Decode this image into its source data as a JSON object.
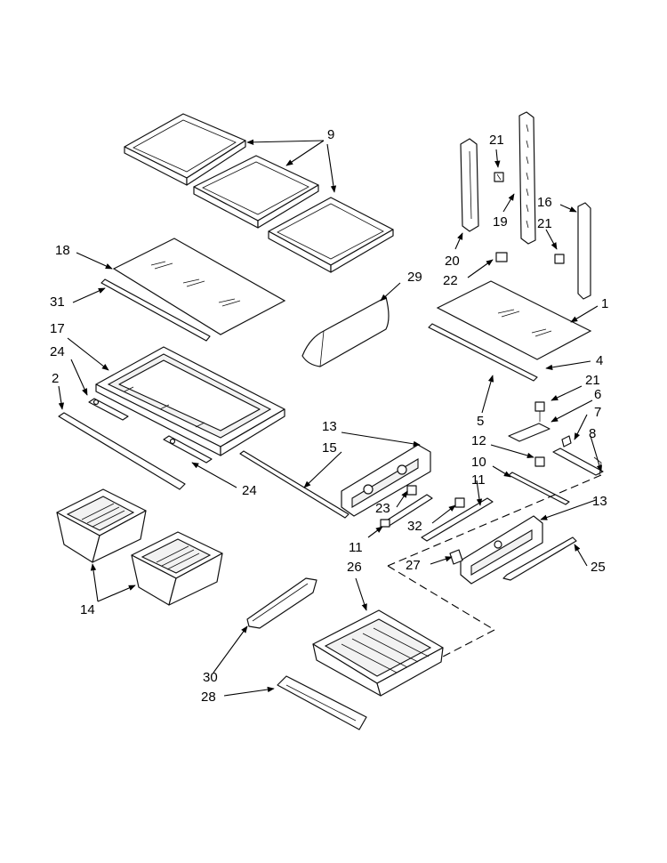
{
  "diagram": {
    "callouts": [
      {
        "id": "c9",
        "label": "9"
      },
      {
        "id": "c21a",
        "label": "21"
      },
      {
        "id": "c19",
        "label": "19"
      },
      {
        "id": "c16",
        "label": "16"
      },
      {
        "id": "c21b",
        "label": "21"
      },
      {
        "id": "c20",
        "label": "20"
      },
      {
        "id": "c22",
        "label": "22"
      },
      {
        "id": "c18",
        "label": "18"
      },
      {
        "id": "c29",
        "label": "29"
      },
      {
        "id": "c1",
        "label": "1"
      },
      {
        "id": "c31",
        "label": "31"
      },
      {
        "id": "c17",
        "label": "17"
      },
      {
        "id": "c24a",
        "label": "24"
      },
      {
        "id": "c4",
        "label": "4"
      },
      {
        "id": "c2",
        "label": "2"
      },
      {
        "id": "c21c",
        "label": "21"
      },
      {
        "id": "c6",
        "label": "6"
      },
      {
        "id": "c7",
        "label": "7"
      },
      {
        "id": "c5",
        "label": "5"
      },
      {
        "id": "c13a",
        "label": "13"
      },
      {
        "id": "c15",
        "label": "15"
      },
      {
        "id": "c12",
        "label": "12"
      },
      {
        "id": "c8",
        "label": "8"
      },
      {
        "id": "c10",
        "label": "10"
      },
      {
        "id": "c24b",
        "label": "24"
      },
      {
        "id": "c11a",
        "label": "11"
      },
      {
        "id": "c13b",
        "label": "13"
      },
      {
        "id": "c23",
        "label": "23"
      },
      {
        "id": "c32",
        "label": "32"
      },
      {
        "id": "c11b",
        "label": "11"
      },
      {
        "id": "c26",
        "label": "26"
      },
      {
        "id": "c27",
        "label": "27"
      },
      {
        "id": "c25",
        "label": "25"
      },
      {
        "id": "c14",
        "label": "14"
      },
      {
        "id": "c30",
        "label": "30"
      },
      {
        "id": "c28",
        "label": "28"
      }
    ]
  }
}
